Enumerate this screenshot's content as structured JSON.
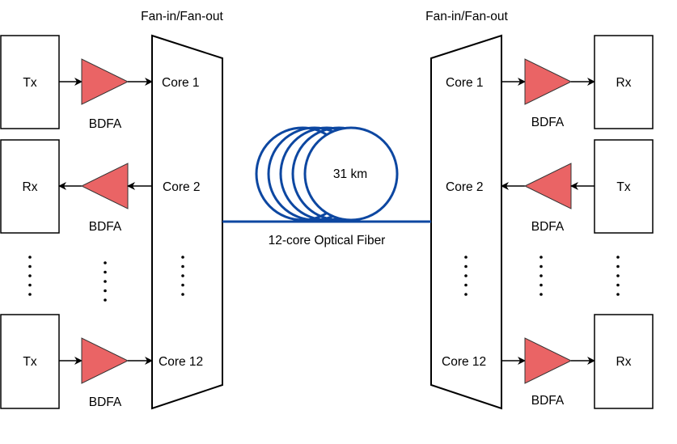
{
  "title_left": "Fan-in/Fan-out",
  "title_right": "Fan-in/Fan-out",
  "fiber": {
    "length_label": "31 km",
    "caption": "12-core Optical Fiber",
    "color": "#0d47a1",
    "coil_turns": 5
  },
  "amplifier_color": "#ea6465",
  "left": {
    "rows": [
      {
        "terminal": "Tx",
        "amp": "BDFA",
        "core": "Core 1",
        "direction": "right"
      },
      {
        "terminal": "Rx",
        "amp": "BDFA",
        "core": "Core 2",
        "direction": "left"
      },
      {
        "terminal": "Tx",
        "amp": "BDFA",
        "core": "Core 12",
        "direction": "right"
      }
    ]
  },
  "right": {
    "rows": [
      {
        "terminal": "Rx",
        "amp": "BDFA",
        "core": "Core 1",
        "direction": "right"
      },
      {
        "terminal": "Tx",
        "amp": "BDFA",
        "core": "Core 2",
        "direction": "left"
      },
      {
        "terminal": "Rx",
        "amp": "BDFA",
        "core": "Core 12",
        "direction": "right"
      }
    ]
  }
}
